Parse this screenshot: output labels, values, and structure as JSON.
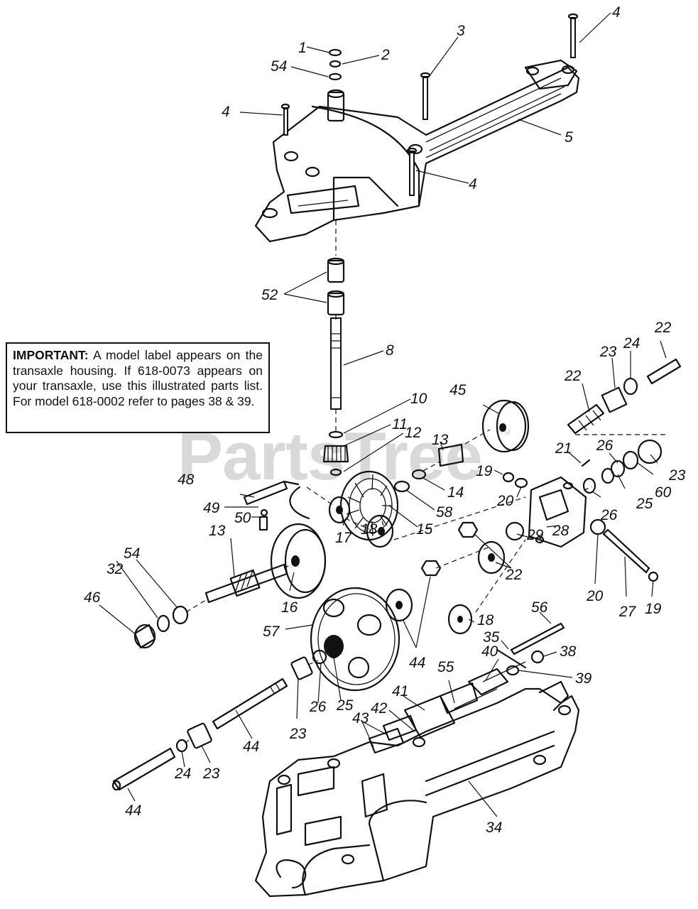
{
  "note": {
    "heading": "IMPORTANT:",
    "text": "A model label appears on the transaxle housing. If 618-0073 appears on your transaxle, use this illustrated parts list. For model 618-0002 refer to pages 38 & 39."
  },
  "watermark": {
    "brand": "PartsTree",
    "trademark": "TM"
  },
  "callouts": [
    "1",
    "2",
    "54",
    "3",
    "4",
    "4",
    "5",
    "4",
    "52",
    "8",
    "10",
    "11",
    "12",
    "13",
    "14",
    "58",
    "15",
    "45",
    "48",
    "49",
    "50",
    "17",
    "13",
    "16",
    "18",
    "54",
    "32",
    "46",
    "22",
    "23",
    "24",
    "22",
    "21",
    "26",
    "23",
    "25",
    "60",
    "26",
    "19",
    "20",
    "28",
    "29",
    "22",
    "20",
    "27",
    "19",
    "57",
    "44",
    "18",
    "56",
    "35",
    "38",
    "39",
    "40",
    "55",
    "26",
    "25",
    "23",
    "41",
    "42",
    "43",
    "44",
    "24",
    "23",
    "44",
    "34"
  ]
}
